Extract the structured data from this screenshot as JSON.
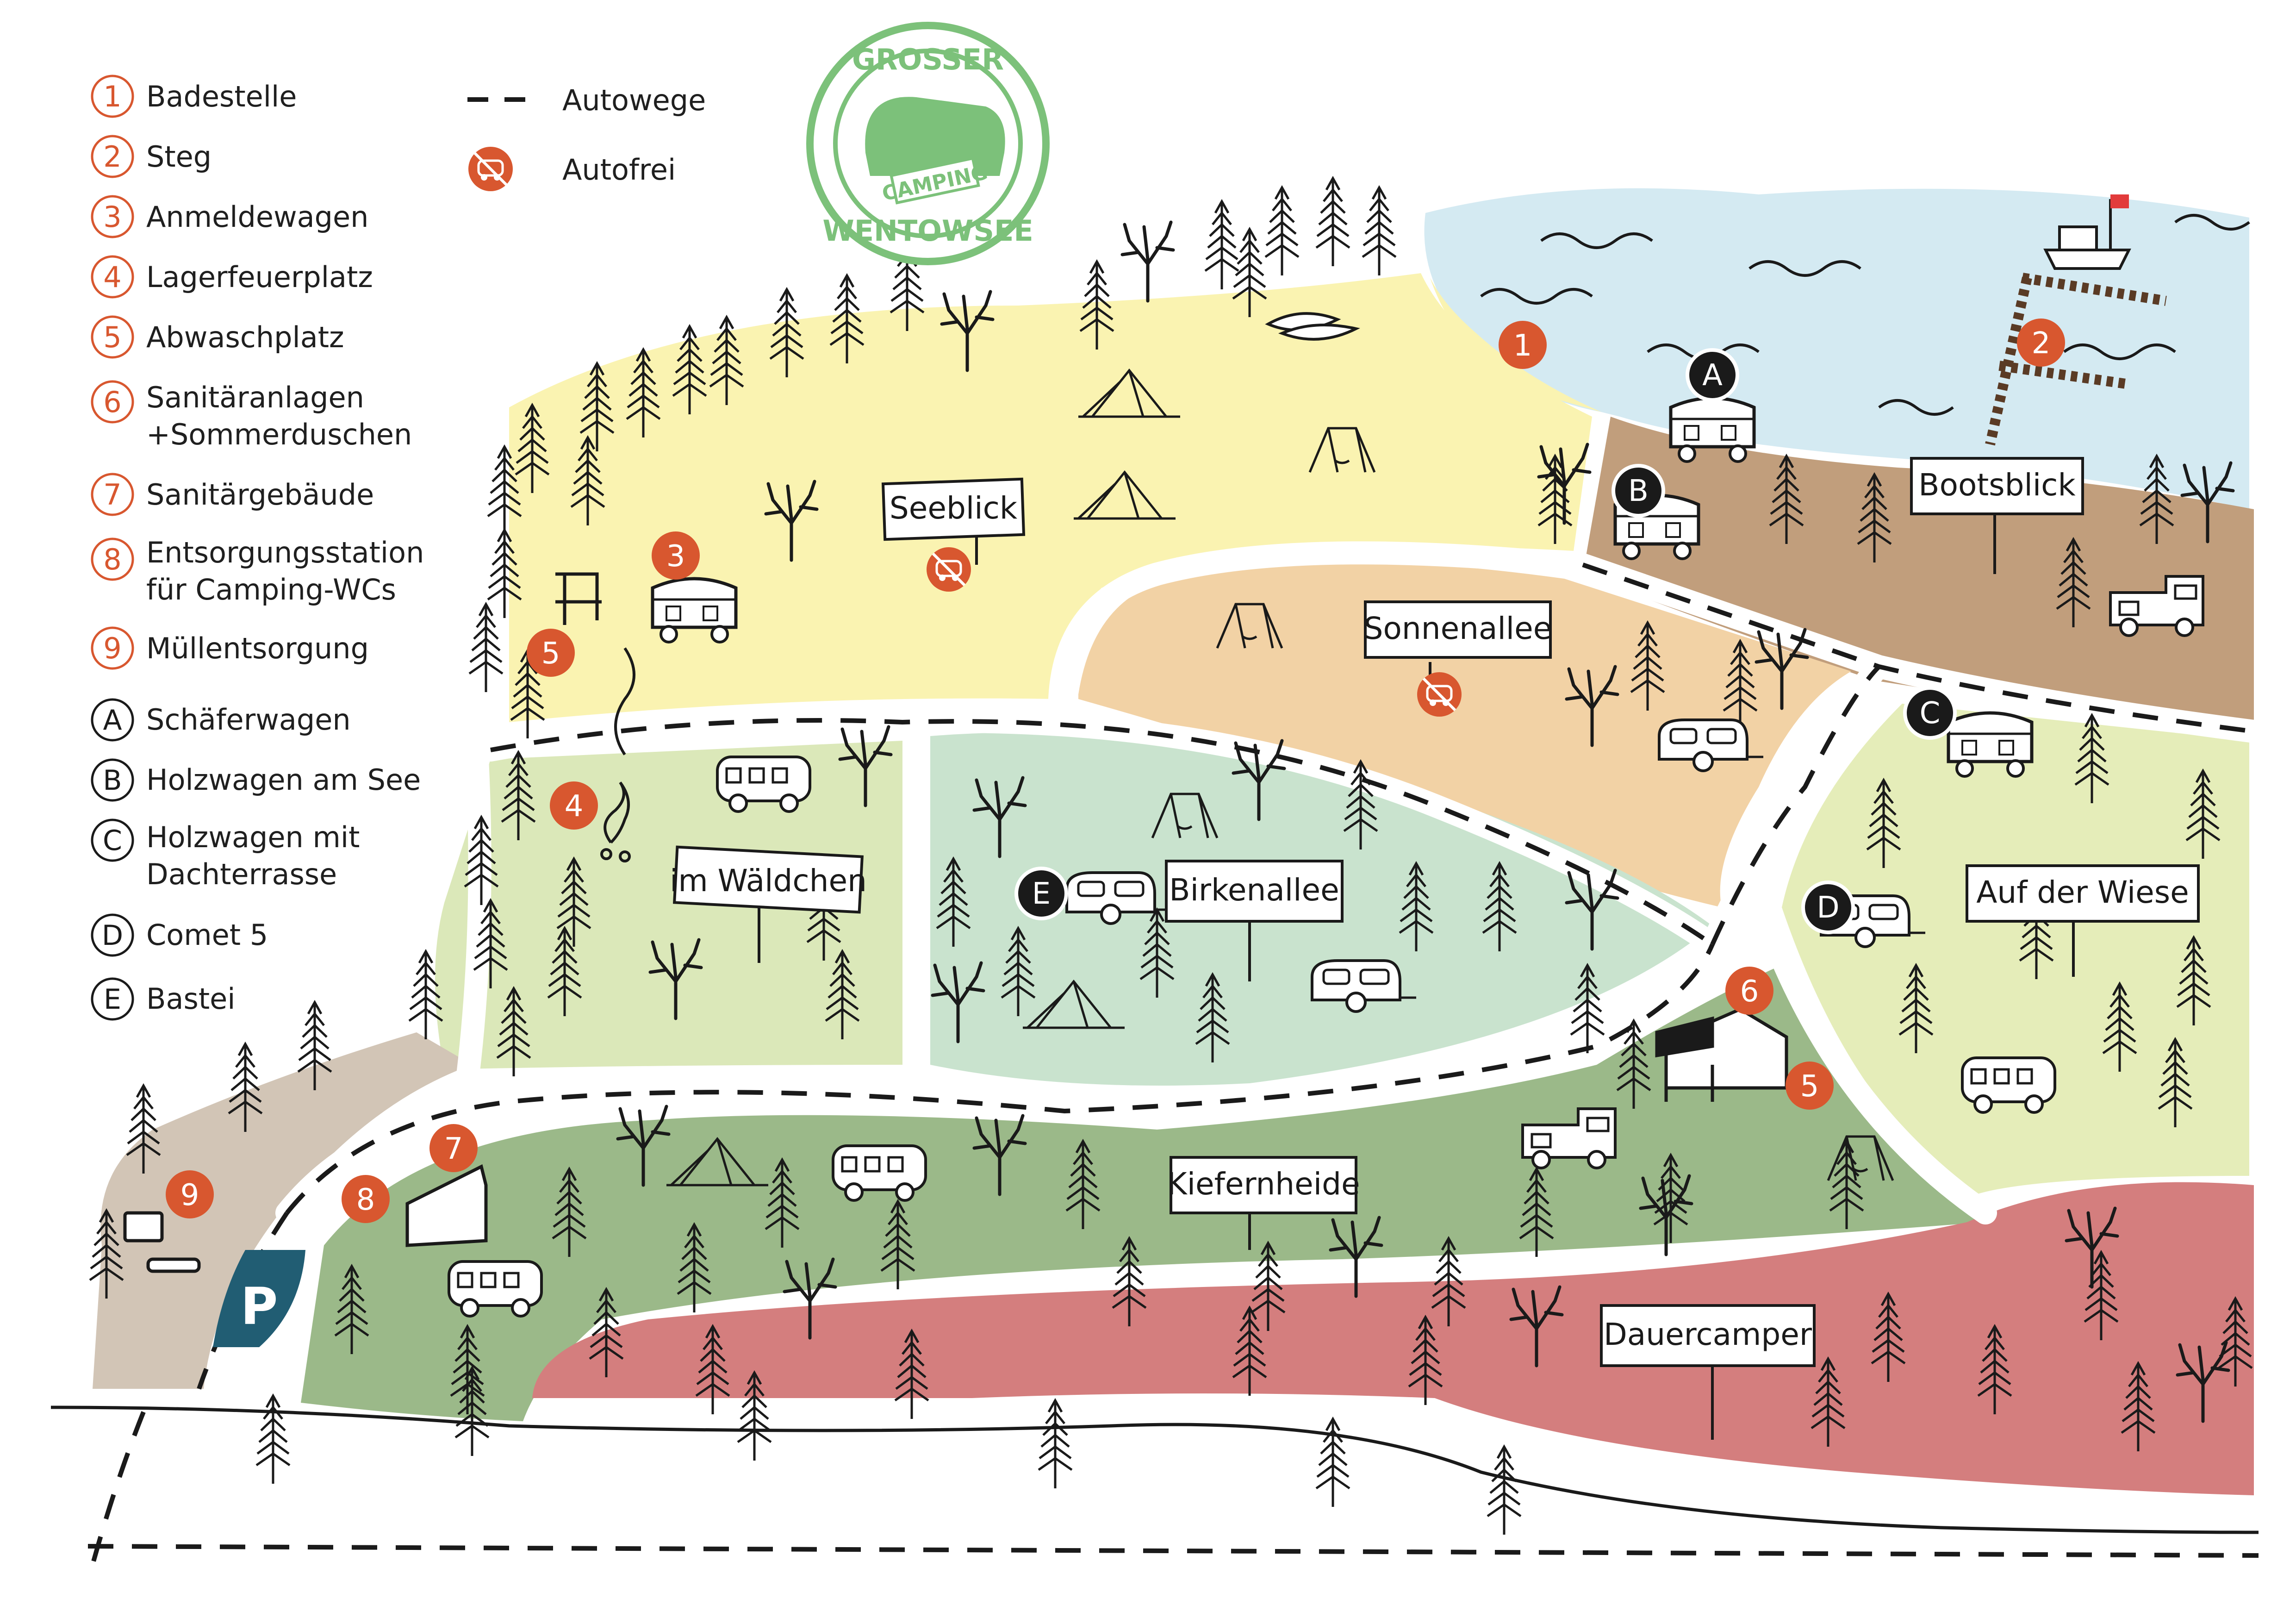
{
  "legend": {
    "numbered": [
      {
        "num": "1",
        "label": "Badestelle"
      },
      {
        "num": "2",
        "label": "Steg"
      },
      {
        "num": "3",
        "label": "Anmeldewagen"
      },
      {
        "num": "4",
        "label": "Lagerfeuerplatz"
      },
      {
        "num": "5",
        "label": "Abwaschplatz"
      },
      {
        "num": "6",
        "label": "Sanitäranlagen",
        "label2": "+Sommerduschen"
      },
      {
        "num": "7",
        "label": "Sanitärgebäude"
      },
      {
        "num": "8",
        "label": "Entsorgungsstation",
        "label2": "für Camping-WCs"
      },
      {
        "num": "9",
        "label": "Müllentsorgung"
      }
    ],
    "lettered": [
      {
        "letter": "A",
        "label": "Schäferwagen"
      },
      {
        "letter": "B",
        "label": "Holzwagen am See"
      },
      {
        "letter": "C",
        "label": "Holzwagen mit",
        "label2": "Dachterrasse"
      },
      {
        "letter": "D",
        "label": "Comet 5"
      },
      {
        "letter": "E",
        "label": "Bastei"
      }
    ],
    "roads_label": "Autowege",
    "carfree_label": "Autofrei"
  },
  "logo": {
    "top": "GROSSER",
    "middle": "CAMPING",
    "bottom": "WENTOWSEE"
  },
  "areas": {
    "seeblick": "Seeblick",
    "bootsblick": "Bootsblick",
    "sonnenallee": "Sonnenallee",
    "im_waeldchen": "im Wäldchen",
    "birkenallee": "Birkenallee",
    "auf_der_wiese": "Auf der Wiese",
    "kiefernheide": "Kiefernheide",
    "dauercamper": "Dauercamper"
  },
  "map_markers": {
    "m1": "1",
    "m2": "2",
    "m3": "3",
    "m4": "4",
    "m5a": "5",
    "m5b": "5",
    "m6": "6",
    "m7": "7",
    "m8": "8",
    "m9": "9",
    "mA": "A",
    "mB": "B",
    "mC": "C",
    "mD": "D",
    "mE": "E",
    "parking": "P"
  },
  "colors": {
    "lake": "#d4eaf2",
    "seeblick": "#faf3b1",
    "bootsblick": "#c19e7c",
    "sonnenallee": "#f2d2a5",
    "im_waeldchen": "#dbe8b9",
    "birkenallee": "#c9e3ce",
    "auf_der_wiese": "#e5edb9",
    "kiefernheide": "#9bb989",
    "dauercamper": "#d47e7e",
    "entsorgung": "#d2c5b6",
    "marker": "#d8572f",
    "parking": "#215d73",
    "logo": "#7cc17a"
  }
}
